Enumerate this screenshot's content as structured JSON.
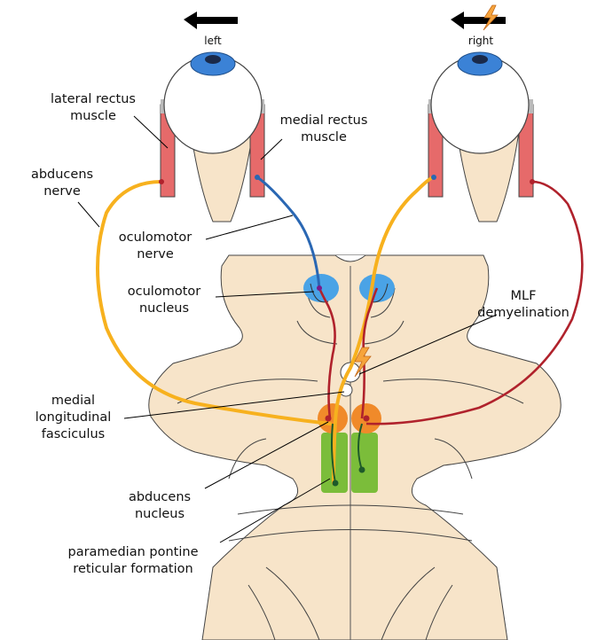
{
  "colors": {
    "brainstem": "#f7e4c9",
    "brainstem_dark": "#fdf1e0",
    "outline": "#333333",
    "eye_white": "#ffffff",
    "iris": "#3b82d6",
    "muscle": "#e66a6a",
    "abducens_nerve": "#f7b11e",
    "oculomotor_nerve": "#2a67b3",
    "mlf_path": "#b0222c",
    "nucleus_orange": "#f08a2a",
    "nucleus_blue": "#4aa3e6",
    "pprf_green": "#7bbd3a",
    "lesion": "#f6a43c",
    "arrow": "#000000"
  },
  "icons": {
    "direction_arrow": "left-arrow-icon",
    "lesion_marker": "lightning-bolt-icon"
  },
  "directions": {
    "left": "left",
    "right": "right"
  },
  "labels": {
    "lateral_rectus": "lateral rectus\nmuscle",
    "medial_rectus": "medial rectus\nmuscle",
    "abducens_nerve": "abducens\nnerve",
    "oculomotor_nerve": "oculomotor\nnerve",
    "oculomotor_nucleus": "oculomotor\nnucleus",
    "mlf_demyelination": "MLF\ndemyelination",
    "mlf": "medial\nlongitudinal\nfasciculus",
    "abducens_nucleus": "abducens\nnucleus",
    "pprf": "paramedian pontine\nreticular formation"
  }
}
